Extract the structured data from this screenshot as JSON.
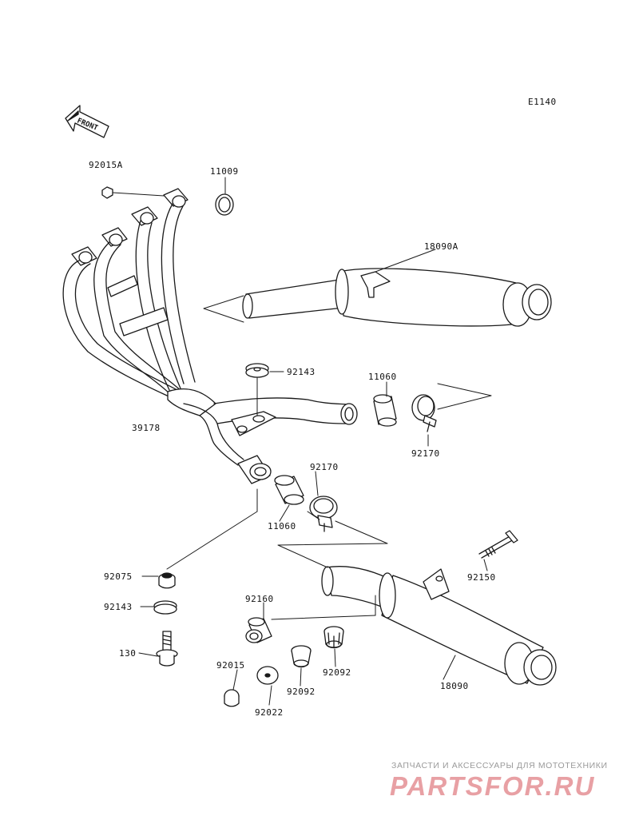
{
  "diagram_code": "E1140",
  "front_label": "FRONT",
  "parts": {
    "p92015A": "92015A",
    "p11009": "11009",
    "p18090A": "18090A",
    "p92143_top": "92143",
    "p11060_right": "11060",
    "p39178": "39178",
    "p92170_right": "92170",
    "p92170_mid": "92170",
    "p11060_mid": "11060",
    "p92075": "92075",
    "p92143_left": "92143",
    "p92160": "92160",
    "p92150": "92150",
    "p130": "130",
    "p92015": "92015",
    "p92092_a": "92092",
    "p92092_b": "92092",
    "p92022": "92022",
    "p18090": "18090"
  },
  "watermark": {
    "tagline": "ЗАПЧАСТИ И АКСЕССУАРЫ ДЛЯ МОТОТЕХНИКИ",
    "logo": "PARTSFOR.RU"
  }
}
